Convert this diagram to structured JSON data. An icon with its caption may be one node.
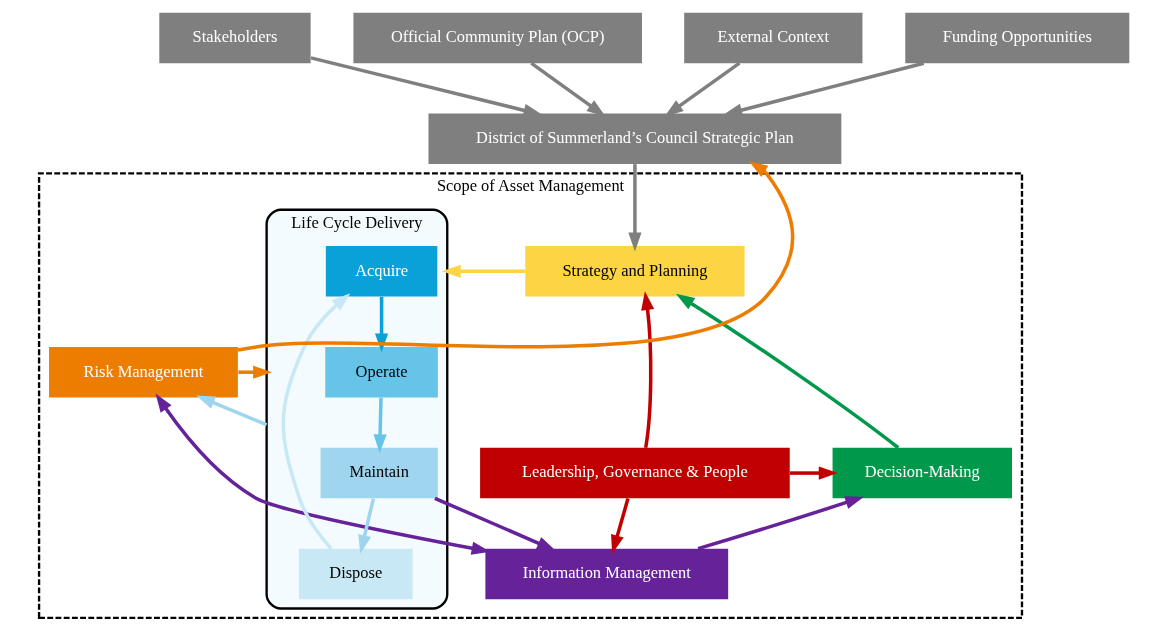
{
  "diagram": {
    "nodes": [
      {
        "text": [
          "Stakeholders"
        ]
      },
      {
        "text": [
          "Official Community Plan (OCP)"
        ]
      },
      {
        "text": [
          "External Context"
        ]
      },
      {
        "text": [
          "Funding Opportunities"
        ]
      },
      {
        "text": [
          "District of Summerland’s Council Strategic Plan"
        ]
      },
      {
        "text": [
          "Scope of Asset Management"
        ]
      },
      {
        "text": [
          "Leadership, Governance & People"
        ],
        "in": 5
      },
      {
        "text": [
          "Strategy and Planning"
        ],
        "in": 5
      },
      {
        "text": [
          "Decision-Making"
        ],
        "in": 5
      },
      {
        "text": [
          "Information Management"
        ],
        "in": 5
      },
      {
        "text": [
          "Life Cycle Delivery"
        ],
        "in": 5
      },
      {
        "text": [
          "Acquire"
        ],
        "in": 10
      },
      {
        "text": [
          "Operate"
        ],
        "in": 10
      },
      {
        "text": [
          "Maintain"
        ],
        "in": 10
      },
      {
        "text": [
          "Dispose"
        ],
        "in": 10
      },
      {
        "text": [
          "Risk Management"
        ],
        "in": 5
      }
    ],
    "edges": [
      {
        "from": 0,
        "to": 4,
        "arrow": "to"
      },
      {
        "from": 1,
        "to": 4,
        "arrow": "to"
      },
      {
        "from": 2,
        "to": 4,
        "arrow": "to"
      },
      {
        "from": 3,
        "to": 4,
        "arrow": "to"
      },
      {
        "from": 4,
        "to": 7,
        "arrow": "to"
      },
      {
        "from": 15,
        "to": 4,
        "arrow": "to",
        "color": "#ed7d00"
      },
      {
        "from": 6,
        "to": 7,
        "arrow": "to",
        "color": "#c00000"
      },
      {
        "from": 6,
        "to": 8,
        "arrow": "to",
        "color": "#c00000"
      },
      {
        "from": 6,
        "to": 9,
        "arrow": "to",
        "color": "#c00000"
      },
      {
        "from": 8,
        "to": 7,
        "arrow": "to",
        "color": "#00994c"
      },
      {
        "from": 9,
        "to": 8,
        "arrow": "to",
        "color": "#662299"
      },
      {
        "from": 7,
        "to": 10,
        "arrow": "to",
        "color": "#fcd444"
      },
      {
        "from": 10,
        "to": 15,
        "arrow": "to",
        "color": "#9fd5ee"
      },
      {
        "from": 15,
        "to": 10,
        "arrow": "to",
        "color": "#ed7d00"
      },
      {
        "from": 13,
        "to": 9,
        "arrow": "to",
        "color": "#662299"
      },
      {
        "from": 9,
        "to": 15,
        "arrow": "both",
        "color": "#662299"
      },
      {
        "from": 11,
        "to": 12,
        "arrow": "to",
        "color": "#0aa0d8"
      },
      {
        "from": 12,
        "to": 13,
        "arrow": "to",
        "color": "#66c4e8"
      },
      {
        "from": 13,
        "to": 14,
        "arrow": "to",
        "color": "#9fd5ee"
      },
      {
        "from": 14,
        "to": 11,
        "arrow": "to",
        "color": "#c9e8f5"
      }
    ]
  }
}
